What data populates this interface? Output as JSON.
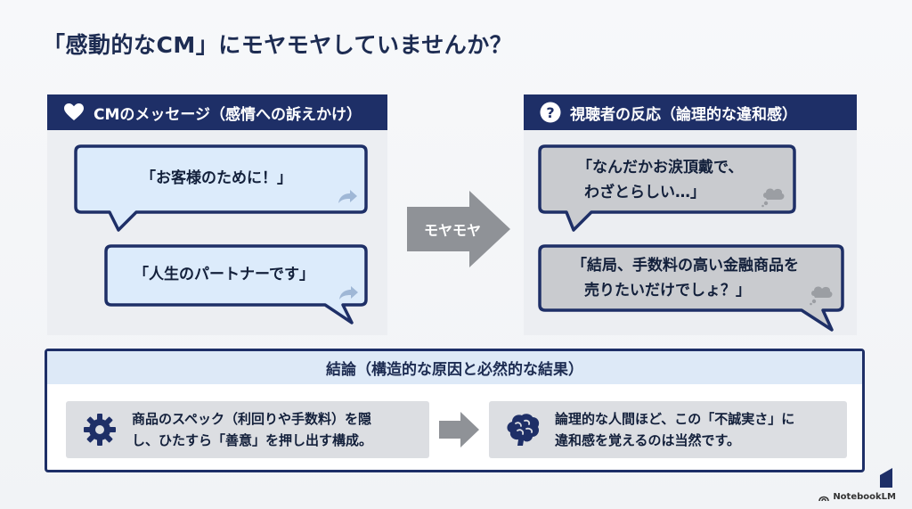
{
  "title": "「感動的なCM」にモヤモヤしていませんか？",
  "left_panel": {
    "header": "CMのメッセージ（感情への訴えかけ）",
    "header_icon": "heart-icon",
    "bubbles": [
      {
        "text": "「お客様のために！」",
        "icon": "reply-arrow-icon"
      },
      {
        "text": "「人生のパートナーです」",
        "icon": "reply-arrow-icon"
      }
    ]
  },
  "middle_arrow": {
    "label": "モヤモヤ"
  },
  "right_panel": {
    "header": "視聴者の反応（論理的な違和感）",
    "header_icon": "question-icon",
    "bubbles": [
      {
        "line1": "「なんだかお涙頂戴で、",
        "line2": "わざとらしい…」",
        "icon": "thought-cloud-icon"
      },
      {
        "line1": "「結局、手数料の高い金融商品を",
        "line2": "売りたいだけでしょ？」",
        "icon": "thought-cloud-icon"
      }
    ]
  },
  "conclusion": {
    "header": "結論（構造的な原因と必然的な結果）",
    "left": {
      "line1": "商品のスペック（利回りや手数料）を隠",
      "line2": "し、ひたすら「善意」を押し出す構成。",
      "icon": "gear-icon"
    },
    "right": {
      "line1": "論理的な人間ほど、この「不誠実さ」に",
      "line2": "違和感を覚えるのは当然です。",
      "icon": "brain-icon"
    }
  },
  "brand": {
    "label": "NotebookLM"
  },
  "colors": {
    "navy": "#1e2f67",
    "light_blue": "#dcebfb",
    "gray_bubble": "#c9cbcf",
    "panel_bg": "#eceef2",
    "arrow_gray": "#8f9297"
  }
}
